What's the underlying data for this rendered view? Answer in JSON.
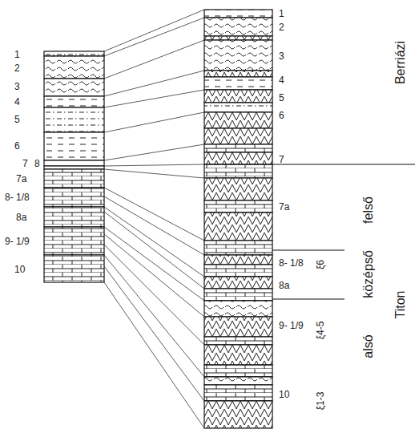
{
  "diagram": {
    "labels": [
      "1",
      "2",
      "3",
      "4",
      "5",
      "6",
      "7",
      "8",
      "7a",
      "8- 1/8",
      "8a",
      "9- 1/9",
      "10",
      "1",
      "2",
      "3",
      "4",
      "5",
      "6",
      "7",
      "7a",
      "8- 1/8",
      "8a",
      "9- 1/9",
      "10",
      "Berriázi",
      "felső",
      "középső",
      "alsó",
      "Titon",
      "ξ6",
      "ξ4-5",
      "ξ1-3"
    ]
  }
}
